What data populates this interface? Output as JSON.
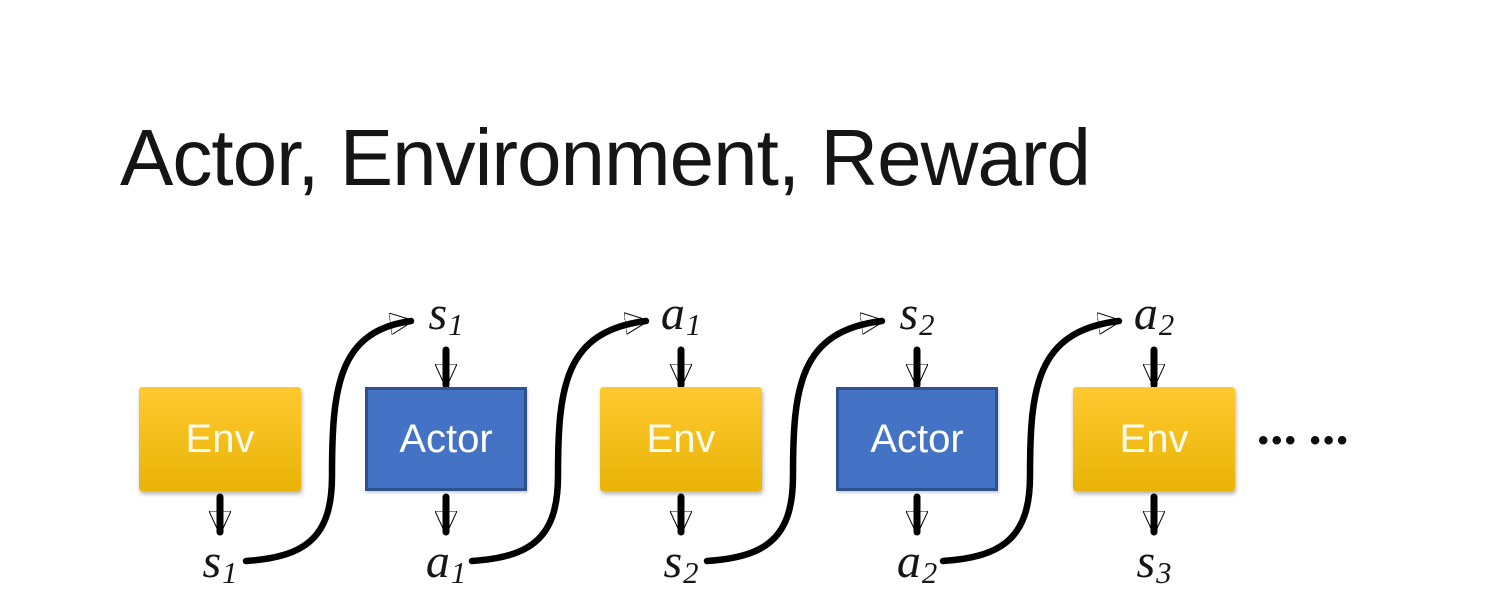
{
  "slide": {
    "title": "Actor, Environment, Reward"
  },
  "diagram": {
    "nodes": [
      {
        "label": "Env",
        "type": "environment"
      },
      {
        "label": "Actor",
        "type": "actor"
      },
      {
        "label": "Env",
        "type": "environment"
      },
      {
        "label": "Actor",
        "type": "actor"
      },
      {
        "label": "Env",
        "type": "environment"
      }
    ],
    "top_labels": [
      {
        "base": "s",
        "sub": "1"
      },
      {
        "base": "a",
        "sub": "1"
      },
      {
        "base": "s",
        "sub": "2"
      },
      {
        "base": "a",
        "sub": "2"
      }
    ],
    "bottom_labels": [
      {
        "base": "s",
        "sub": "1"
      },
      {
        "base": "a",
        "sub": "1"
      },
      {
        "base": "s",
        "sub": "2"
      },
      {
        "base": "a",
        "sub": "2"
      },
      {
        "base": "s",
        "sub": "3"
      }
    ],
    "ellipsis": "••• •••",
    "colors": {
      "env_top": "#FFC930",
      "env_bottom": "#E9B406",
      "actor_fill": "#4472C4",
      "actor_border": "#2F528F",
      "arrow": "#000000"
    }
  }
}
